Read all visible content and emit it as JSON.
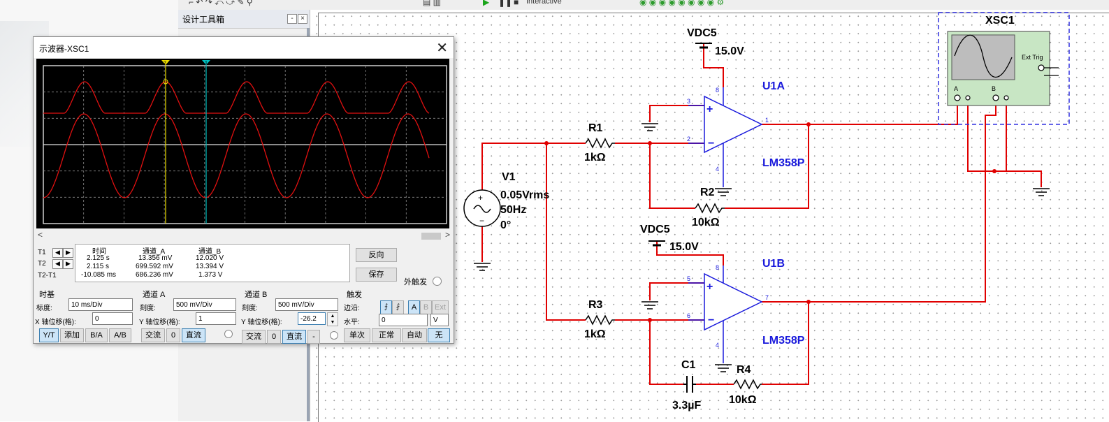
{
  "toolbar": {
    "interactive_label": "Interactive"
  },
  "toolbox": {
    "title": "设计工具箱",
    "min": "-",
    "close": "×"
  },
  "schematic": {
    "vdc_top": {
      "name": "VDC5",
      "value": "15.0V"
    },
    "vdc_bottom": {
      "name": "VDC5",
      "value": "15.0V"
    },
    "u1a": {
      "name": "U1A",
      "part": "LM358P",
      "pins": [
        "3",
        "2",
        "1",
        "8",
        "4"
      ]
    },
    "u1b": {
      "name": "U1B",
      "part": "LM358P",
      "pins": [
        "5",
        "6",
        "7",
        "8",
        "4"
      ]
    },
    "r1": {
      "name": "R1",
      "value": "1kΩ"
    },
    "r2": {
      "name": "R2",
      "value": "10kΩ"
    },
    "r3": {
      "name": "R3",
      "value": "1kΩ"
    },
    "r4": {
      "name": "R4",
      "value": "10kΩ"
    },
    "c1": {
      "name": "C1",
      "value": "3.3µF"
    },
    "v1": {
      "name": "V1",
      "lines": [
        "0.05Vrms",
        "50Hz",
        "0°"
      ]
    },
    "xsc1": {
      "name": "XSC1",
      "ext_trig": "Ext Trig",
      "a": "A",
      "b": "B"
    }
  },
  "oscilloscope": {
    "title": "示波器-XSC1",
    "cursor1": "2",
    "cursor2": "1",
    "readout": {
      "headers": [
        "时间",
        "通道_A",
        "通道_B"
      ],
      "rows": [
        {
          "label": "T1",
          "time": "2.125 s",
          "a": "13.356 mV",
          "b": "12.020 V"
        },
        {
          "label": "T2",
          "time": "2.115 s",
          "a": "699.592 mV",
          "b": "13.394 V"
        },
        {
          "label": "T2-T1",
          "time": "-10.085 ms",
          "a": "686.236 mV",
          "b": "1.373 V"
        }
      ]
    },
    "buttons": {
      "reverse": "反向",
      "save": "保存",
      "ext_trigger": "外触发"
    },
    "timebase": {
      "title": "时基",
      "scale_label": "标度:",
      "scale": "10 ms/Div",
      "xpos_label": "X 轴位移(格):",
      "xpos": "0",
      "modes": [
        "Y/T",
        "添加",
        "B/A",
        "A/B"
      ]
    },
    "channel_a": {
      "title": "通道 A",
      "scale_label": "刻度:",
      "scale": "500 mV/Div",
      "ypos_label": "Y 轴位移(格):",
      "ypos": "1",
      "coupling": [
        "交流",
        "0",
        "直流"
      ]
    },
    "channel_b": {
      "title": "通道 B",
      "scale_label": "刻度:",
      "scale": "500 mV/Div",
      "ypos_label": "Y 轴位移(格):",
      "ypos": "-26.2",
      "coupling": [
        "交流",
        "0",
        "直流",
        "-"
      ]
    },
    "trigger": {
      "title": "触发",
      "edge_label": "边沿:",
      "edge_buttons": [
        "A",
        "B",
        "Ext"
      ],
      "level_label": "水平:",
      "level": "0",
      "level_unit": "V",
      "modes": [
        "单次",
        "正常",
        "自动",
        "无"
      ]
    }
  },
  "colors": {
    "wire": "#e00000",
    "component": "#1a1adc",
    "trace": "#e01010",
    "cursor1": "#f0e000",
    "cursor2": "#00c0c0"
  }
}
